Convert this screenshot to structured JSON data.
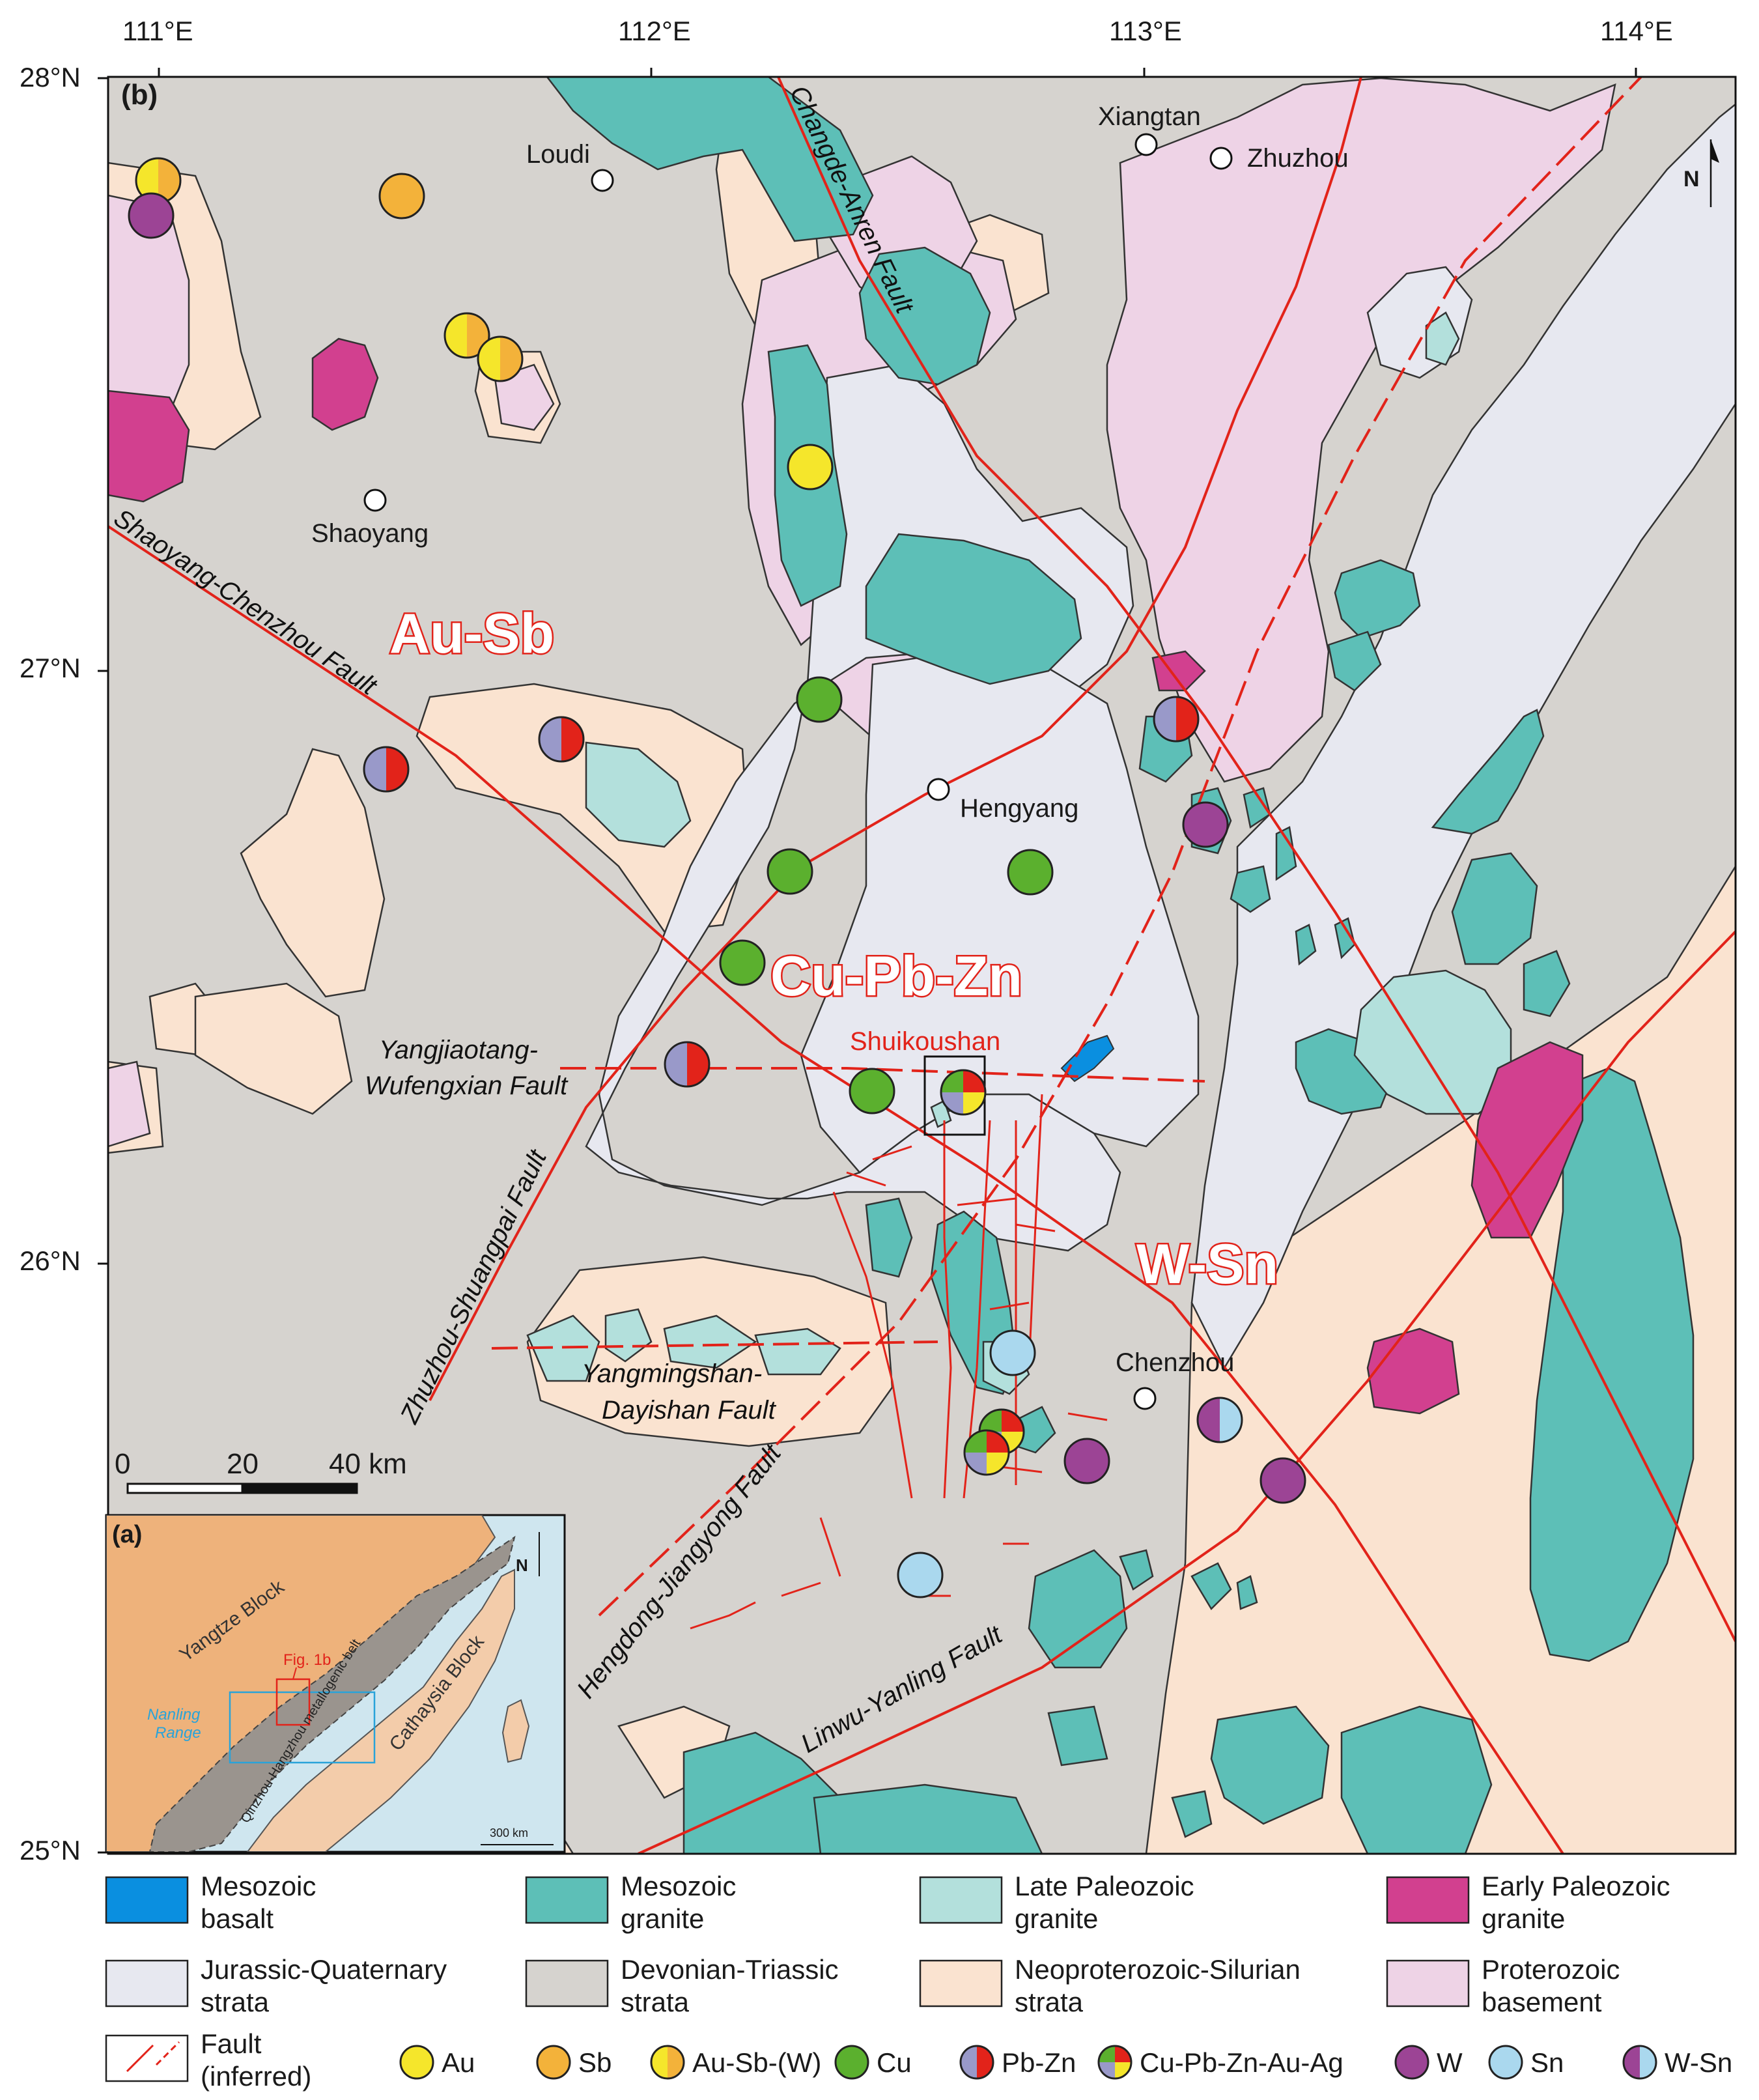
{
  "panel_b_label": "(b)",
  "panel_a_label": "(a)",
  "north_label": "N",
  "lon_ticks": [
    "111°E",
    "112°E",
    "113°E",
    "114°E"
  ],
  "lat_ticks": [
    "28°N",
    "27°N",
    "26°N",
    "25°N"
  ],
  "cities": {
    "loudi": "Loudi",
    "xiangtan": "Xiangtan",
    "zhuzhou": "Zhuzhou",
    "shaoyang": "Shaoyang",
    "hengyang": "Hengyang",
    "chenzhou": "Chenzhou",
    "shuikoushan": "Shuikoushan"
  },
  "regions": {
    "au_sb": "Au-Sb",
    "cu_pb_zn": "Cu-Pb-Zn",
    "w_sn": "W-Sn"
  },
  "faults": {
    "changde": "Changde-Anren Fault",
    "shaoyang": "Shaoyang-Chenzhou Fault",
    "yangjiaotang_1": "Yangjiaotang-",
    "yangjiaotang_2": "Wufengxian Fault",
    "zhuzhou": "Zhuzhou-Shuangpai Fault",
    "yangmingshan_1": "Yangmingshan-",
    "yangmingshan_2": "Dayishan  Fault",
    "hengdong": "Hengdong-Jiangyong Fault",
    "linwu": "Linwu-Yanling Fault"
  },
  "scale": {
    "zero": "0",
    "mid": "20",
    "end": "40 km"
  },
  "inset": {
    "yangtze": "Yangtze Block",
    "cathaysia": "Cathaysia Block",
    "belt": "Qinzhou-Hangzhou metallogenic belt",
    "fig": "Fig. 1b",
    "nanling_1": "Nanling",
    "nanling_2": "Range",
    "scale": "300 km"
  },
  "legend_rocks": [
    {
      "l1": "Mesozoic",
      "l2": "basalt",
      "color": "#0a8fe0"
    },
    {
      "l1": "Mesozoic",
      "l2": "granite",
      "color": "#5dbfb7"
    },
    {
      "l1": "Late Paleozoic",
      "l2": "granite",
      "color": "#b3e0dc"
    },
    {
      "l1": "Early Paleozoic",
      "l2": "granite",
      "color": "#d2408f"
    },
    {
      "l1": "Jurassic-Quaternary",
      "l2": "strata",
      "color": "#e7e8f0"
    },
    {
      "l1": "Devonian-Triassic",
      "l2": "strata",
      "color": "#d6d3cf"
    },
    {
      "l1": "Neoproterozoic-Silurian",
      "l2": "strata",
      "color": "#fae3d0"
    },
    {
      "l1": "Proterozoic",
      "l2": "basement",
      "color": "#eed3e6"
    }
  ],
  "legend_fault": {
    "l1": "Fault",
    "l2": "(inferred)"
  },
  "legend_minerals": [
    "Au",
    "Sb",
    "Au-Sb-(W)",
    "Cu",
    "Pb-Zn",
    "Cu-Pb-Zn-Au-Ag",
    "W",
    "Sn",
    "W-Sn"
  ],
  "colors": {
    "au": "#f5e62b",
    "sb": "#f3b23a",
    "cu": "#5bb02e",
    "pb": "#e2231a",
    "zn": "#9999c9",
    "w": "#9c4495",
    "sn": "#aad8ee",
    "fault": "#e2231a"
  }
}
